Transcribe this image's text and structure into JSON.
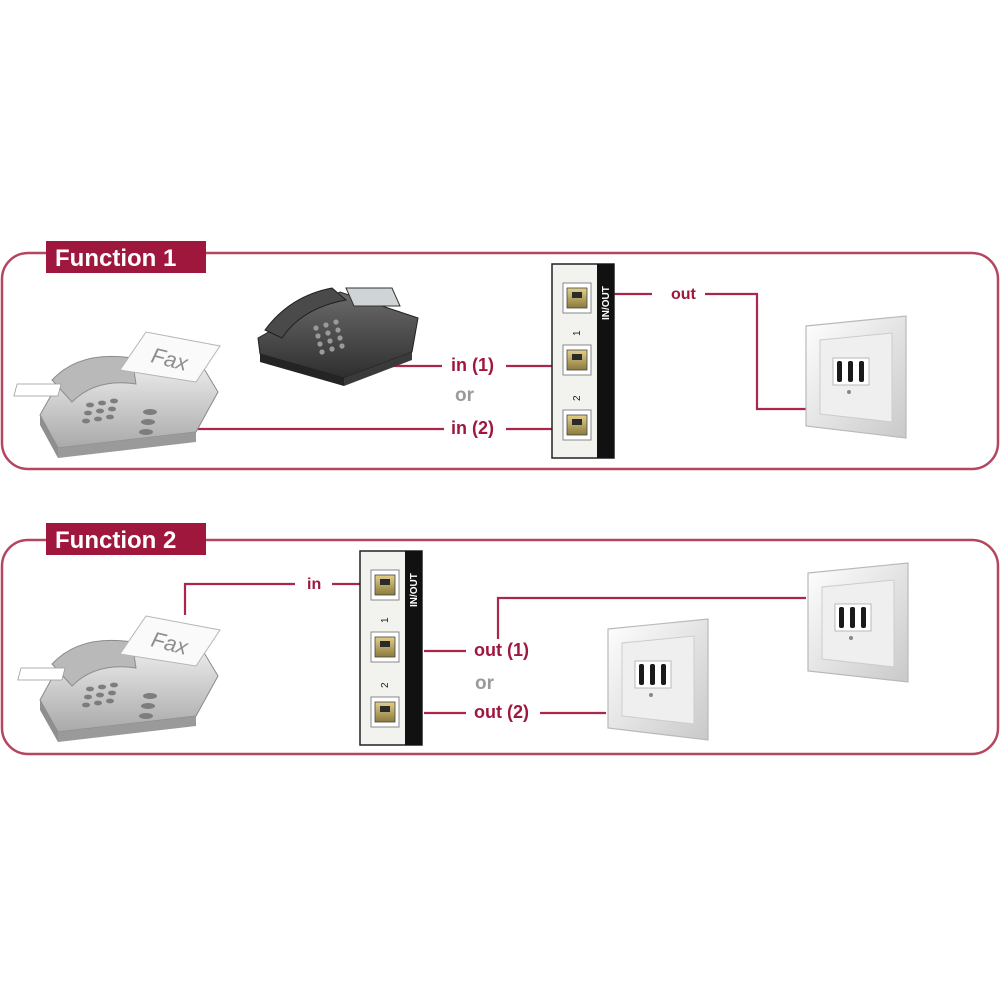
{
  "function1": {
    "title": "Function 1",
    "fax_paper_text": "Fax",
    "device": {
      "label_inout": "IN/OUT",
      "port1": "1",
      "port2": "2"
    },
    "labels": {
      "out": "out",
      "in1": "in (1)",
      "or": "or",
      "in2": "in (2)"
    }
  },
  "function2": {
    "title": "Function 2",
    "fax_paper_text": "Fax",
    "device": {
      "label_inout": "IN/OUT",
      "port1": "1",
      "port2": "2"
    },
    "labels": {
      "in": "in",
      "out1": "out (1)",
      "or": "or",
      "out2": "out (2)"
    }
  },
  "colors": {
    "accent": "#a0173e",
    "frame_border": "#b5465f",
    "line": "#a8274a",
    "or_text": "#9a9a9a",
    "device_panel": "#f2f2ee",
    "device_edge": "#111111"
  }
}
